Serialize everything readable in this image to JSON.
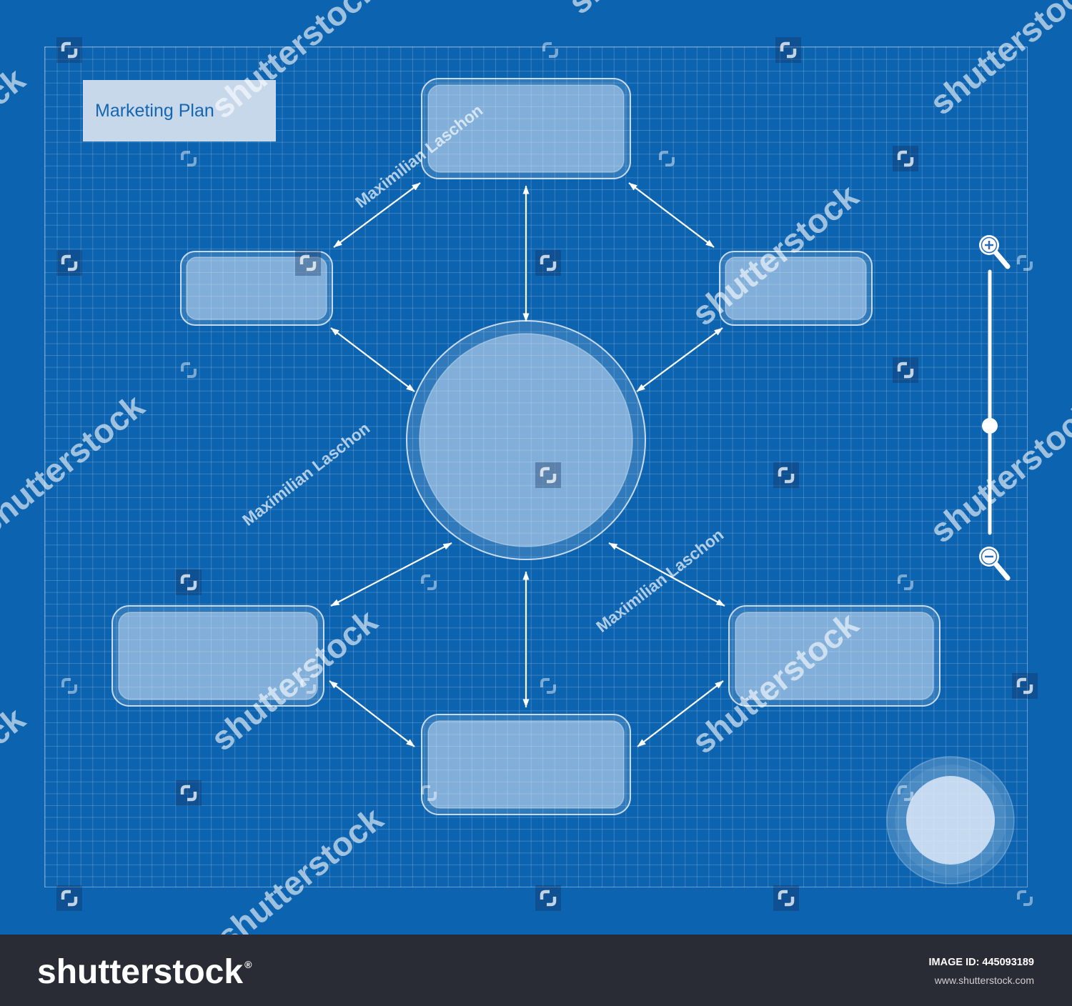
{
  "diagram": {
    "title": "Marketing Plan"
  },
  "zoom_slider": {
    "level": 0.41
  },
  "watermark": {
    "brand": "shutterstock",
    "author": "Maximilian Laschon"
  },
  "footer": {
    "logo_text": "shutterstock",
    "registered_mark": "®",
    "image_id_label": "IMAGE ID:",
    "image_id": "445093189",
    "website": "www.shutterstock.com"
  },
  "icons": {
    "zoom_in": "zoom-in-icon",
    "zoom_out": "zoom-out-icon",
    "watermark_logo": "shutterstock-logo-icon"
  },
  "colors": {
    "blueprint": "#0c63b0",
    "title_box": "#c7d8eb",
    "title_text": "#1566b0",
    "footer": "#292c34"
  }
}
